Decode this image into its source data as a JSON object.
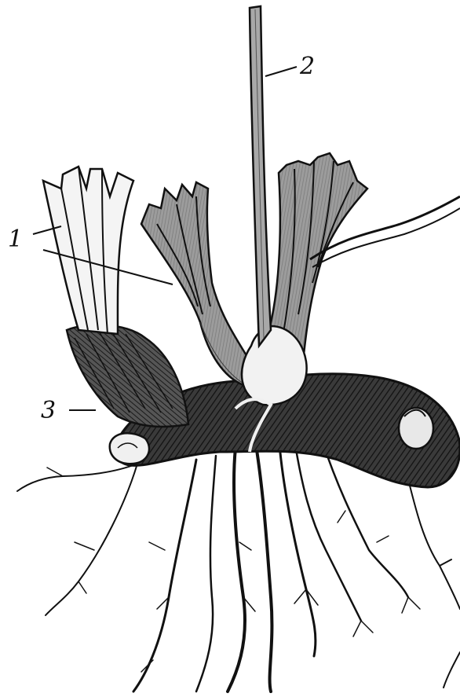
{
  "labels": {
    "shoot": "1",
    "stem": "2",
    "rhizome": "3"
  },
  "colors": {
    "ink": "#111111",
    "rhizome_fill": "#2e2e2e",
    "leaf_light": "#f2f2f2",
    "leaf_mid": "#9a9a9a",
    "leaf_dark": "#5a5a5a",
    "background": "#ffffff"
  }
}
